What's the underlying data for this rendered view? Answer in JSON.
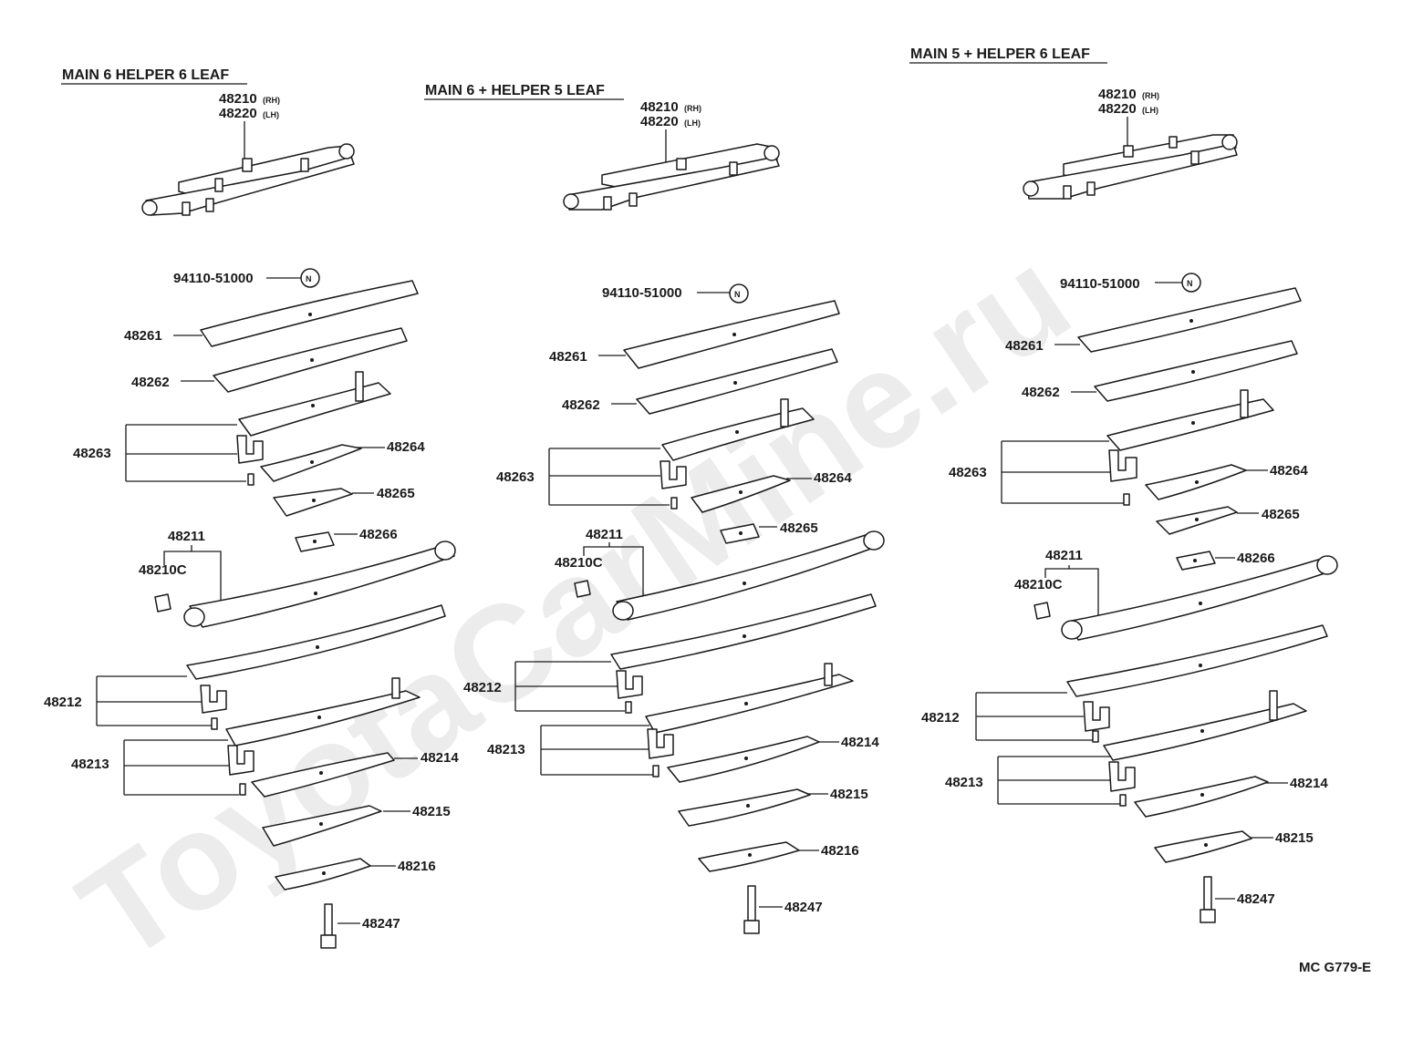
{
  "watermark": "ToyotaCarMine.ru",
  "diagram_code": "MC G779-E",
  "columns": [
    {
      "header": "MAIN 6 HELPER 6 LEAF",
      "assembly": {
        "rh": "48210",
        "rh_suffix": "(RH)",
        "lh": "48220",
        "lh_suffix": "(LH)"
      },
      "nut": {
        "number": "94110-51000",
        "symbol": "N"
      },
      "labels": {
        "p48261": "48261",
        "p48262": "48262",
        "p48263": "48263",
        "p48264": "48264",
        "p48265": "48265",
        "p48266": "48266",
        "p48211": "48211",
        "p48210c": "48210C",
        "p48212": "48212",
        "p48213": "48213",
        "p48214": "48214",
        "p48215": "48215",
        "p48216": "48216",
        "p48247": "48247"
      }
    },
    {
      "header": "MAIN 6 + HELPER 5 LEAF",
      "assembly": {
        "rh": "48210",
        "rh_suffix": "(RH)",
        "lh": "48220",
        "lh_suffix": "(LH)"
      },
      "nut": {
        "number": "94110-51000",
        "symbol": "N"
      },
      "labels": {
        "p48261": "48261",
        "p48262": "48262",
        "p48263": "48263",
        "p48264": "48264",
        "p48265": "48265",
        "p48211": "48211",
        "p48210c": "48210C",
        "p48212": "48212",
        "p48213": "48213",
        "p48214": "48214",
        "p48215": "48215",
        "p48216": "48216",
        "p48247": "48247"
      }
    },
    {
      "header": "MAIN 5 + HELPER 6 LEAF",
      "assembly": {
        "rh": "48210",
        "rh_suffix": "(RH)",
        "lh": "48220",
        "lh_suffix": "(LH)"
      },
      "nut": {
        "number": "94110-51000",
        "symbol": "N"
      },
      "labels": {
        "p48261": "48261",
        "p48262": "48262",
        "p48263": "48263",
        "p48264": "48264",
        "p48265": "48265",
        "p48266": "48266",
        "p48211": "48211",
        "p48210c": "48210C",
        "p48212": "48212",
        "p48213": "48213",
        "p48214": "48214",
        "p48215": "48215",
        "p48247": "48247"
      }
    }
  ]
}
